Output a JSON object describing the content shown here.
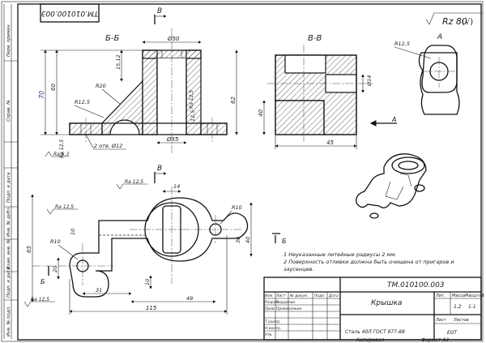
{
  "frame": {
    "stamp_code": "TM.010100.003",
    "left_strip": [
      "Перв. примен.",
      "Справ. №",
      "Подп. и дата",
      "Инв. № дубл.",
      "Взам. инв. №",
      "Подп. и дата",
      "Инв. № подл."
    ]
  },
  "roughness": {
    "main": "Rz 80"
  },
  "views": {
    "section_bb": {
      "title": "Б-Б",
      "dims": [
        "Ø50",
        "15,12",
        "60",
        "70",
        "R20",
        "R12,5",
        "Ø35",
        "62",
        "12,5",
        "2 отв. Ø12"
      ],
      "rough": [
        "Ra 6,3",
        "Ra 12,5",
        "Ra 12,5"
      ]
    },
    "section_vv": {
      "title": "В-В",
      "dims": [
        "Ø14",
        "40",
        "45"
      ]
    },
    "detail_a": {
      "title": "А",
      "dim": "R12,5"
    },
    "top_view": {
      "dims": [
        "14",
        "R10",
        "10",
        "30",
        "40",
        "20",
        "R10",
        "65",
        "10",
        "31",
        "49",
        "115"
      ],
      "rough": [
        "Ra 12,5",
        "Ra 12,5",
        "Ra 12,5"
      ]
    },
    "cut_labels": {
      "b": "Б",
      "v": "В",
      "a": "А"
    }
  },
  "notes": {
    "items": [
      "1  Неуказанные литейные радиусы 2 мм.",
      "2  Поверхность отливки должна быть очищена от пригаров и",
      "   заусенцев."
    ]
  },
  "title_block": {
    "designation": "TM.010100.003",
    "part_name": "Крышка",
    "material": "Сталь 40Л ГОСТ 977-88",
    "col_headers": {
      "lit": "Лит.",
      "mass": "Масса",
      "scale": "Масштаб"
    },
    "mass_value": "1,2",
    "scale_value": "1:1",
    "sheet": "Лист",
    "sheets": "Листов",
    "org": "ЕОТ",
    "copied": "Копировал",
    "format": "Формат А3",
    "rows": [
      {
        "role": "Изм.",
        "name": "Лист",
        "doc": "№ докум.",
        "sign": "Подп.",
        "date": "Дата"
      },
      {
        "role": "Разраб.",
        "name": "Черданин",
        "doc": "",
        "sign": "",
        "date": ""
      },
      {
        "role": "Пров.",
        "name": "Проверялкин",
        "doc": "",
        "sign": "",
        "date": ""
      },
      {
        "role": "Т.контр.",
        "name": "",
        "doc": "",
        "sign": "",
        "date": ""
      },
      {
        "role": "Н.контр.",
        "name": "",
        "doc": "",
        "sign": "",
        "date": ""
      },
      {
        "role": "Утв.",
        "name": "",
        "doc": "",
        "sign": "",
        "date": ""
      }
    ]
  }
}
